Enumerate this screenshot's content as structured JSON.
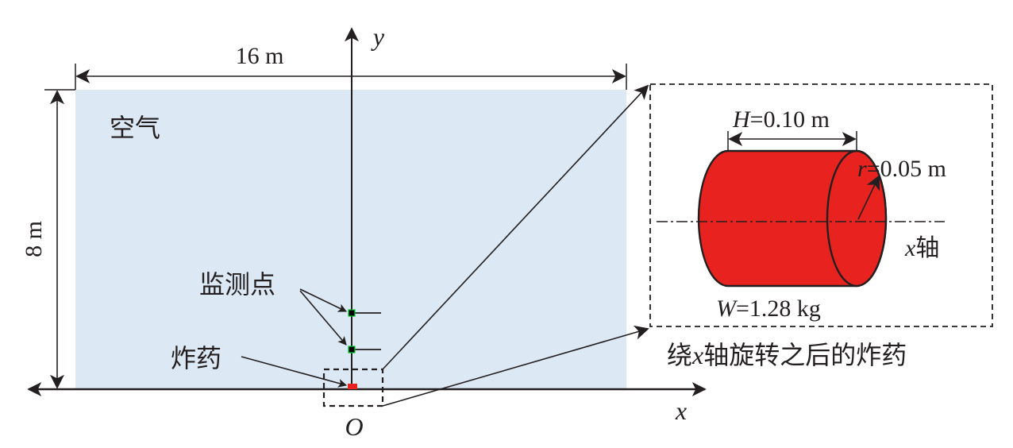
{
  "labels": {
    "width_dim": "16 m",
    "height_dim": "8 m",
    "y_axis": "y",
    "x_axis": "x",
    "origin": "O",
    "air": "空气",
    "monitor_points": "监测点",
    "explosive": "炸药",
    "inset_caption_prefix": "绕",
    "inset_caption_var": "x",
    "inset_caption_suffix": "轴旋转之后的炸药"
  },
  "inset": {
    "length_var": "H",
    "length_value": "=0.10 m",
    "radius_var": "r",
    "radius_value": "=0.05 m",
    "axis_var": "x",
    "axis_word": "轴",
    "mass_var": "W",
    "mass_value": "=1.28 kg"
  },
  "colors": {
    "air_fill": "#dce8f4",
    "explosive_fill": "#e8221e",
    "ink": "#231f20"
  }
}
